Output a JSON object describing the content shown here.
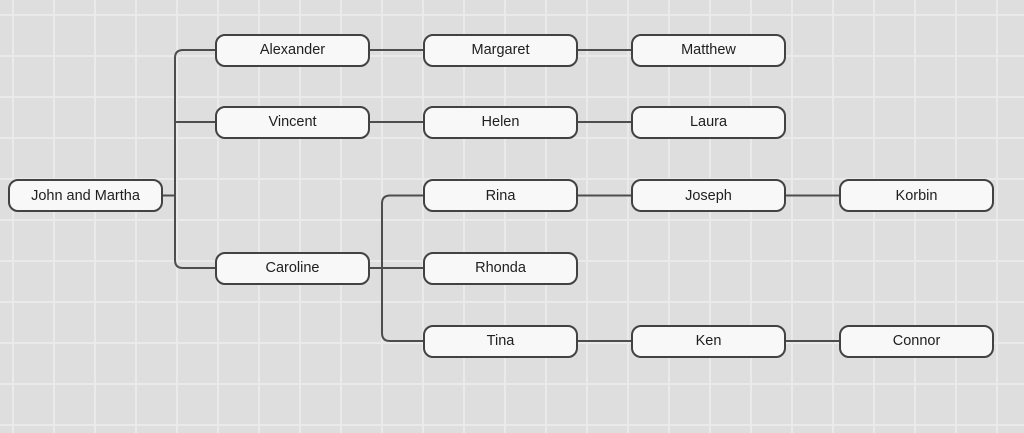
{
  "colors": {
    "background": "#dedede",
    "grid_line": "#eaeaea",
    "node_fill": "#f8f8f8",
    "node_border": "#424242",
    "node_text": "#202020",
    "edge": "#4d4d4d"
  },
  "nodes": [
    {
      "id": "john-martha",
      "label": "John and Martha",
      "col": 0,
      "row": 2
    },
    {
      "id": "alexander",
      "label": "Alexander",
      "col": 1,
      "row": 0
    },
    {
      "id": "vincent",
      "label": "Vincent",
      "col": 1,
      "row": 1
    },
    {
      "id": "caroline",
      "label": "Caroline",
      "col": 1,
      "row": 3
    },
    {
      "id": "margaret",
      "label": "Margaret",
      "col": 2,
      "row": 0
    },
    {
      "id": "helen",
      "label": "Helen",
      "col": 2,
      "row": 1
    },
    {
      "id": "rina",
      "label": "Rina",
      "col": 2,
      "row": 2
    },
    {
      "id": "rhonda",
      "label": "Rhonda",
      "col": 2,
      "row": 3
    },
    {
      "id": "tina",
      "label": "Tina",
      "col": 2,
      "row": 4
    },
    {
      "id": "matthew",
      "label": "Matthew",
      "col": 3,
      "row": 0
    },
    {
      "id": "laura",
      "label": "Laura",
      "col": 3,
      "row": 1
    },
    {
      "id": "joseph",
      "label": "Joseph",
      "col": 3,
      "row": 2
    },
    {
      "id": "ken",
      "label": "Ken",
      "col": 3,
      "row": 4
    },
    {
      "id": "korbin",
      "label": "Korbin",
      "col": 4,
      "row": 2
    },
    {
      "id": "connor",
      "label": "Connor",
      "col": 4,
      "row": 4
    }
  ],
  "branches": [
    {
      "parent": "john-martha",
      "children": [
        "alexander",
        "vincent",
        "caroline"
      ]
    },
    {
      "parent": "caroline",
      "children": [
        "rina",
        "rhonda",
        "tina"
      ]
    }
  ],
  "links": [
    [
      "alexander",
      "margaret"
    ],
    [
      "margaret",
      "matthew"
    ],
    [
      "vincent",
      "helen"
    ],
    [
      "helen",
      "laura"
    ],
    [
      "rina",
      "joseph"
    ],
    [
      "joseph",
      "korbin"
    ],
    [
      "tina",
      "ken"
    ],
    [
      "ken",
      "connor"
    ]
  ]
}
